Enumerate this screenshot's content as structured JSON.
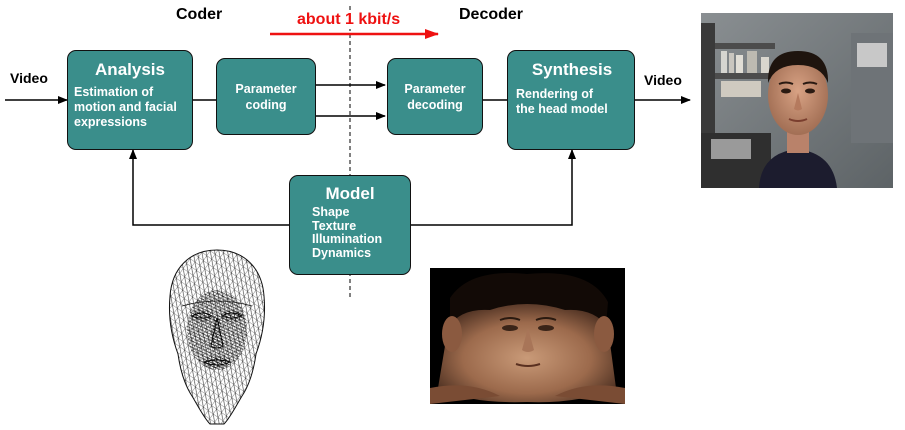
{
  "labels": {
    "coder": "Coder",
    "decoder": "Decoder",
    "bitrate": "about 1 kbit/s",
    "video_in": "Video",
    "video_out": "Video"
  },
  "boxes": {
    "analysis": {
      "title": "Analysis",
      "lines": [
        "Estimation of",
        "motion and facial",
        "expressions"
      ]
    },
    "parameter_coding": {
      "lines": [
        "Parameter",
        "coding"
      ]
    },
    "parameter_decoding": {
      "lines": [
        "Parameter",
        "decoding"
      ]
    },
    "synthesis": {
      "title": "Synthesis",
      "lines": [
        "Rendering of",
        "the head model"
      ]
    },
    "model": {
      "title": "Model",
      "lines": [
        "Shape",
        "Texture",
        "Illumination",
        "Dynamics"
      ]
    }
  },
  "colors": {
    "box_fill": "#3a8e8b",
    "box_text": "#ffffff",
    "bitrate_red": "#ee1111",
    "arrow_black": "#000000"
  },
  "images": {
    "wireframe_head": "wireframe-head-icon",
    "texture_map": "face-texture-image",
    "video_frame": "person-photo-image"
  }
}
